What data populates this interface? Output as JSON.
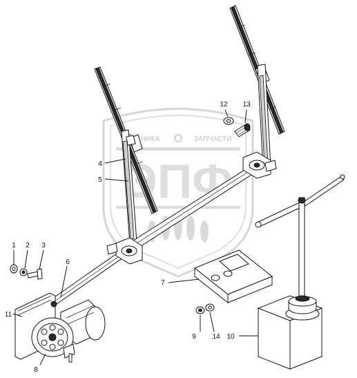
{
  "watermark": {
    "left_word": "ТЕХНИКА",
    "right_word": "ЗАПЧАСТИ",
    "letters": "ЭПФ"
  },
  "callouts": [
    {
      "id": "1",
      "label": "1"
    },
    {
      "id": "2",
      "label": "2"
    },
    {
      "id": "3",
      "label": "3"
    },
    {
      "id": "4",
      "label": "4"
    },
    {
      "id": "5",
      "label": "5"
    },
    {
      "id": "6",
      "label": "6"
    },
    {
      "id": "7",
      "label": "7"
    },
    {
      "id": "8",
      "label": "8"
    },
    {
      "id": "9",
      "label": "9"
    },
    {
      "id": "10",
      "label": "10"
    },
    {
      "id": "11",
      "label": "11"
    },
    {
      "id": "12",
      "label": "12"
    },
    {
      "id": "13",
      "label": "13"
    },
    {
      "id": "14",
      "label": "14"
    }
  ]
}
